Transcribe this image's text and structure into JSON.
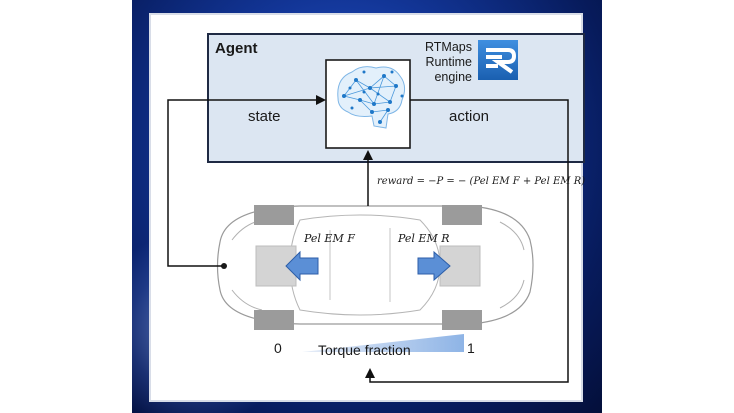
{
  "agent": {
    "title": "Agent",
    "engine_label": "RTMaps Runtime engine"
  },
  "signals": {
    "state": "state",
    "action": "action",
    "reward_equation": "reward = −P = − (Pel EM F + Pel EM R)"
  },
  "motors": {
    "front_power": "Pel EM F",
    "rear_power": "Pel EM R"
  },
  "torque_scale": {
    "min": "0",
    "max": "1",
    "label": "Torque fraction"
  },
  "colors": {
    "agent_fill": "#dce6f2",
    "arrow_blue": "#5b8fd6",
    "background": "#0a2470"
  },
  "icons": [
    "brain-network-icon",
    "rtmaps-logo-icon",
    "car-topview-icon"
  ]
}
